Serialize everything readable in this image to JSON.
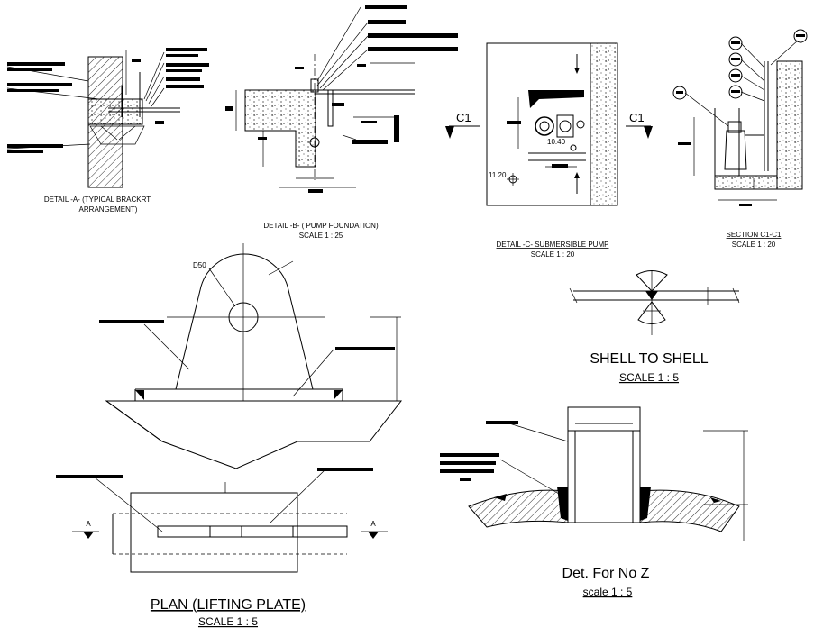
{
  "detail_a": {
    "title_line1": "DETAIL -A- (TYPICAL BRACKRT",
    "title_line2": "ARRANGEMENT)"
  },
  "detail_b": {
    "title": "DETAIL -B- ( PUMP FOUNDATION)",
    "scale": "SCALE   1 : 25"
  },
  "detail_c": {
    "title": "DETAIL -C- SUBMERSIBLE  PUMP",
    "scale": "SCALE    1 : 20",
    "marker_left": "C1",
    "marker_right": "C1",
    "level_1": "10.40",
    "level_2": "11.20"
  },
  "section_c1": {
    "title": "SECTION C1-C1",
    "scale": "SCALE 1 : 20"
  },
  "lifting_lug": {
    "hole_label": "D50"
  },
  "plan_lifting_plate": {
    "title": "PLAN (LIFTING PLATE)",
    "scale": "SCALE 1 : 5",
    "section_mark_left": "A",
    "section_mark_right": "A"
  },
  "shell_to_shell": {
    "title": "SHELL TO SHELL",
    "scale": "SCALE 1 : 5"
  },
  "det_no_z": {
    "title": "Det. For No Z",
    "scale": "scale  1 : 5"
  }
}
